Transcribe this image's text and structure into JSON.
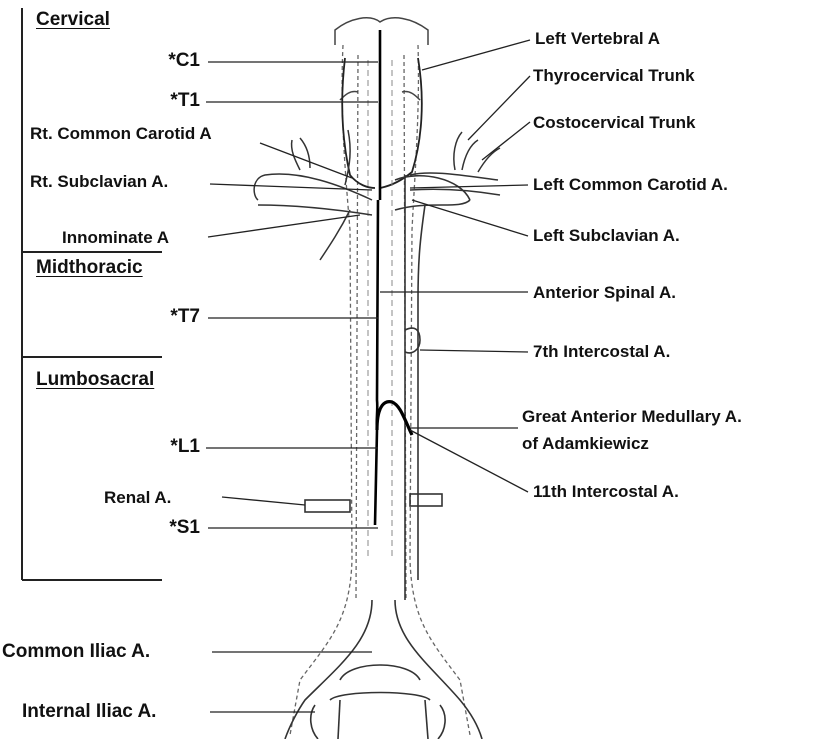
{
  "regions": {
    "cervical": "Cervical",
    "midthoracic": "Midthoracic",
    "lumbosacral": "Lumbosacral"
  },
  "levels": {
    "c1": "*C1",
    "t1": "*T1",
    "t7": "*T7",
    "l1": "*L1",
    "s1": "*S1"
  },
  "left_labels": {
    "rt_common_carotid": "Rt. Common Carotid A",
    "rt_subclavian": "Rt. Subclavian A.",
    "innominate": "Innominate A",
    "renal": "Renal A.",
    "common_iliac": "Common Iliac A.",
    "internal_iliac": "Internal Iliac A."
  },
  "right_labels": {
    "left_vertebral": "Left Vertebral A",
    "thyrocervical": "Thyrocervical Trunk",
    "costocervical": "Costocervical Trunk",
    "left_common_carotid": "Left Common Carotid A.",
    "left_subclavian": "Left Subclavian A.",
    "anterior_spinal": "Anterior Spinal A.",
    "intercostal_7th": "7th Intercostal A.",
    "great_anterior_1": "Great Anterior Medullary A.",
    "great_anterior_2": "of Adamkiewicz",
    "intercostal_11th": "11th Intercostal A."
  }
}
